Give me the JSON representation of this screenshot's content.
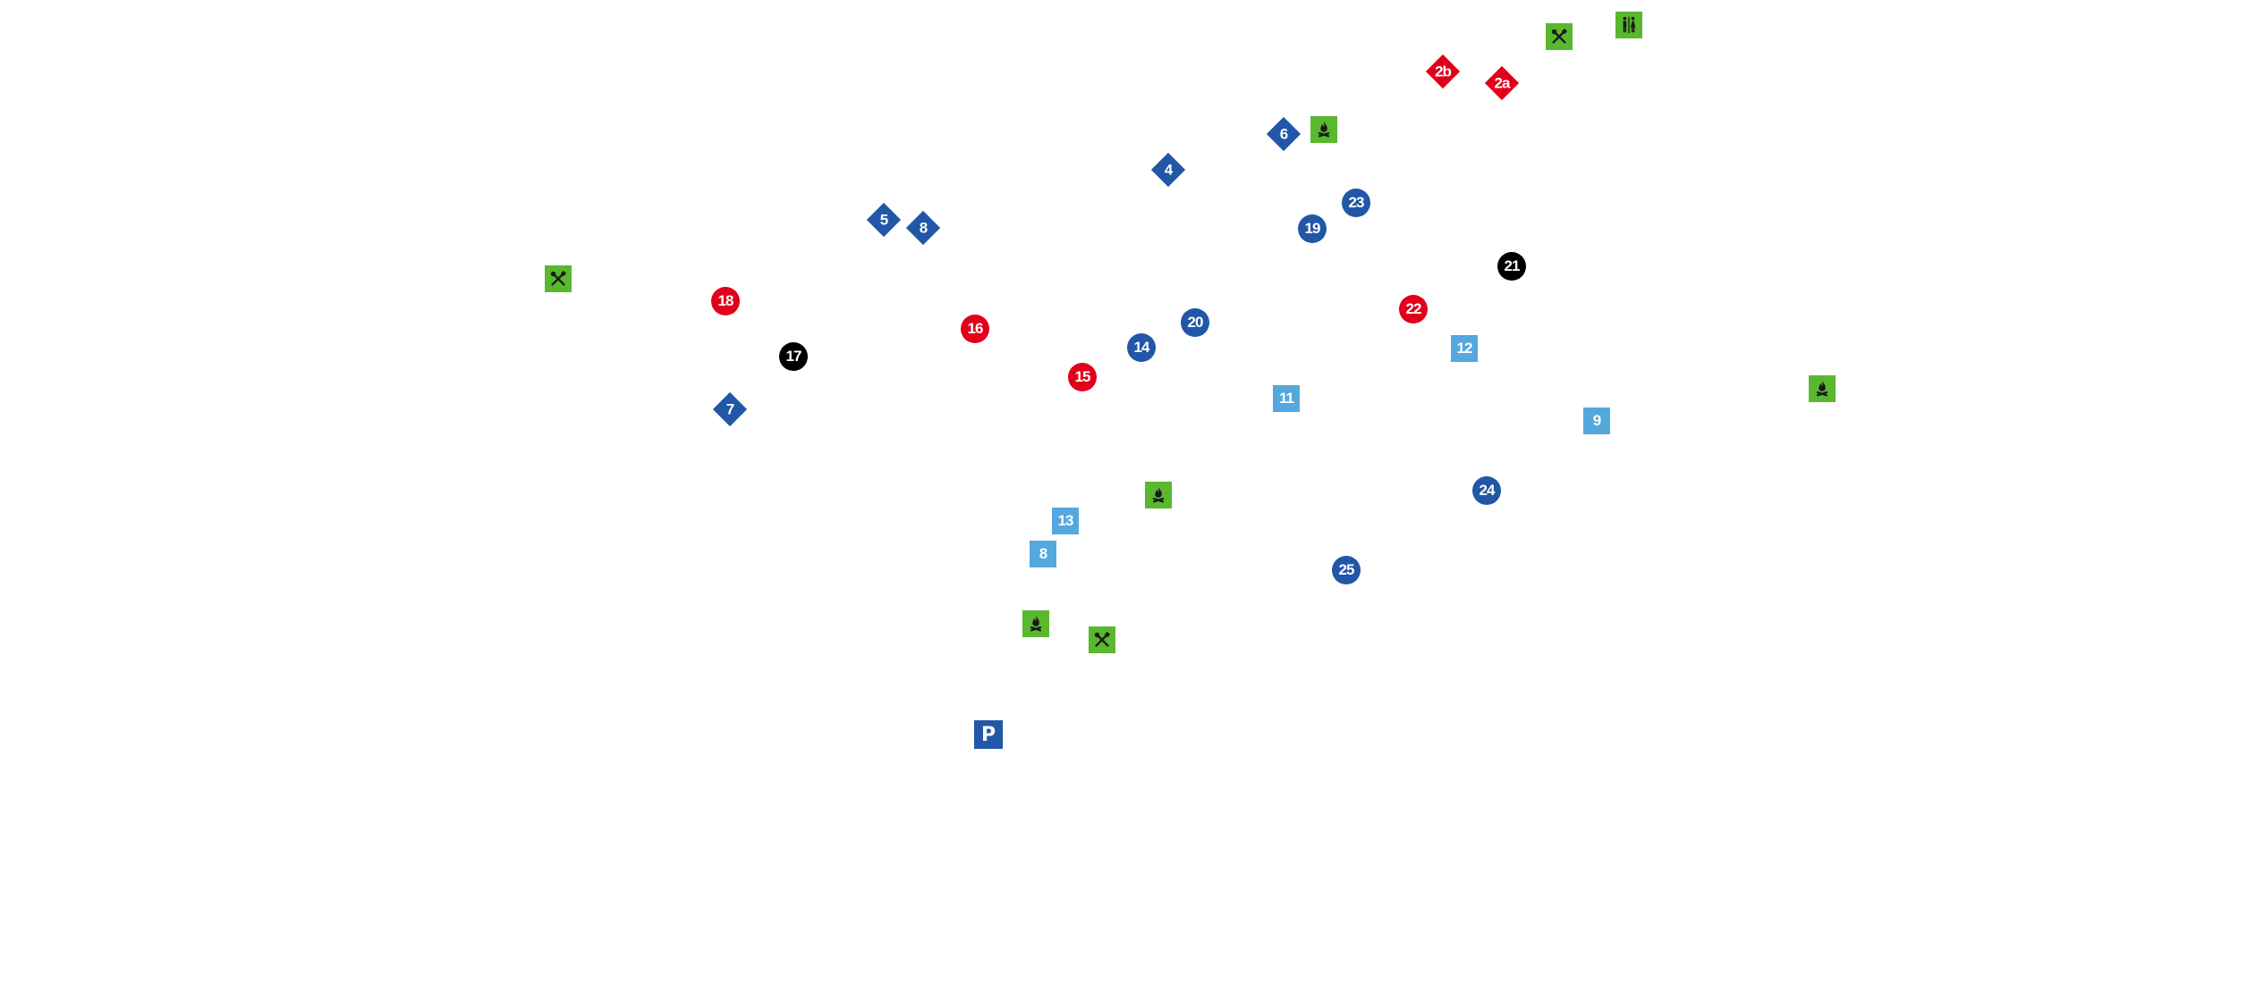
{
  "colors": {
    "dark_blue": "#2157a6",
    "light_blue": "#55a8dd",
    "red": "#e2001a",
    "black": "#000000",
    "green": "#5ab82e",
    "icon": "#1a1a1a",
    "text": "#ffffff"
  },
  "markers": {
    "d2b": "2b",
    "d2a": "2a",
    "d6": "6",
    "d4": "4",
    "d5": "5",
    "d8": "8",
    "d7": "7",
    "c23": "23",
    "c19": "19",
    "c21": "21",
    "c22": "22",
    "c18": "18",
    "c17": "17",
    "c16": "16",
    "c20": "20",
    "c14": "14",
    "c15": "15",
    "c24": "24",
    "c25": "25",
    "s12": "12",
    "s11": "11",
    "s9": "9",
    "s13": "13",
    "s8": "8",
    "parking": "P"
  },
  "poi_icons": {
    "restaurant": "fork-knife-icon",
    "campfire": "campfire-icon",
    "toilet": "toilet-icon"
  }
}
